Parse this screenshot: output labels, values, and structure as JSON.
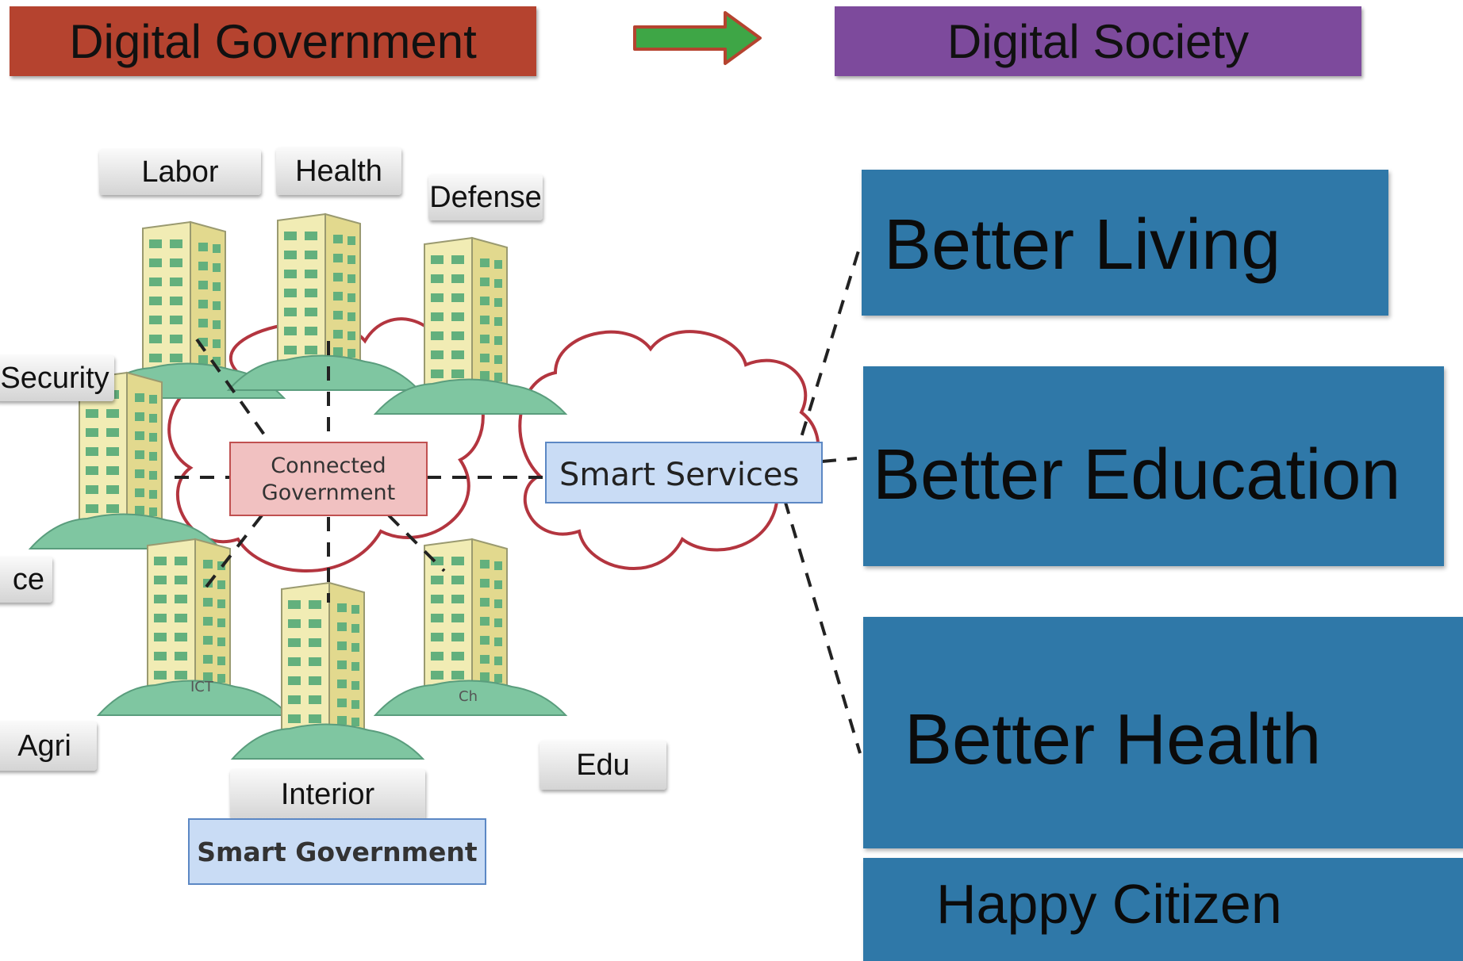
{
  "header": {
    "left_title": "Digital Government",
    "right_title": "Digital Society",
    "left_color": "#b5432f",
    "right_color": "#7d4a9c",
    "arrow_color": "#3ea646"
  },
  "ministries": {
    "labor": "Labor",
    "health": "Health",
    "defense": "Defense",
    "security": "Security",
    "finance_partial": "ce",
    "agri": "Agri",
    "interior": "Interior",
    "edu": "Edu"
  },
  "diagram": {
    "connected_government": "Connected\nGovernment",
    "smart_services": "Smart Services",
    "smart_government": "Smart Government",
    "building_label_left": "ICT",
    "building_label_right": "Ch"
  },
  "outcomes": {
    "better_living": "Better Living",
    "better_education": "Better Education",
    "better_health": "Better Health",
    "happy_citizen": "Happy Citizen",
    "box_color": "#2f78a8"
  }
}
